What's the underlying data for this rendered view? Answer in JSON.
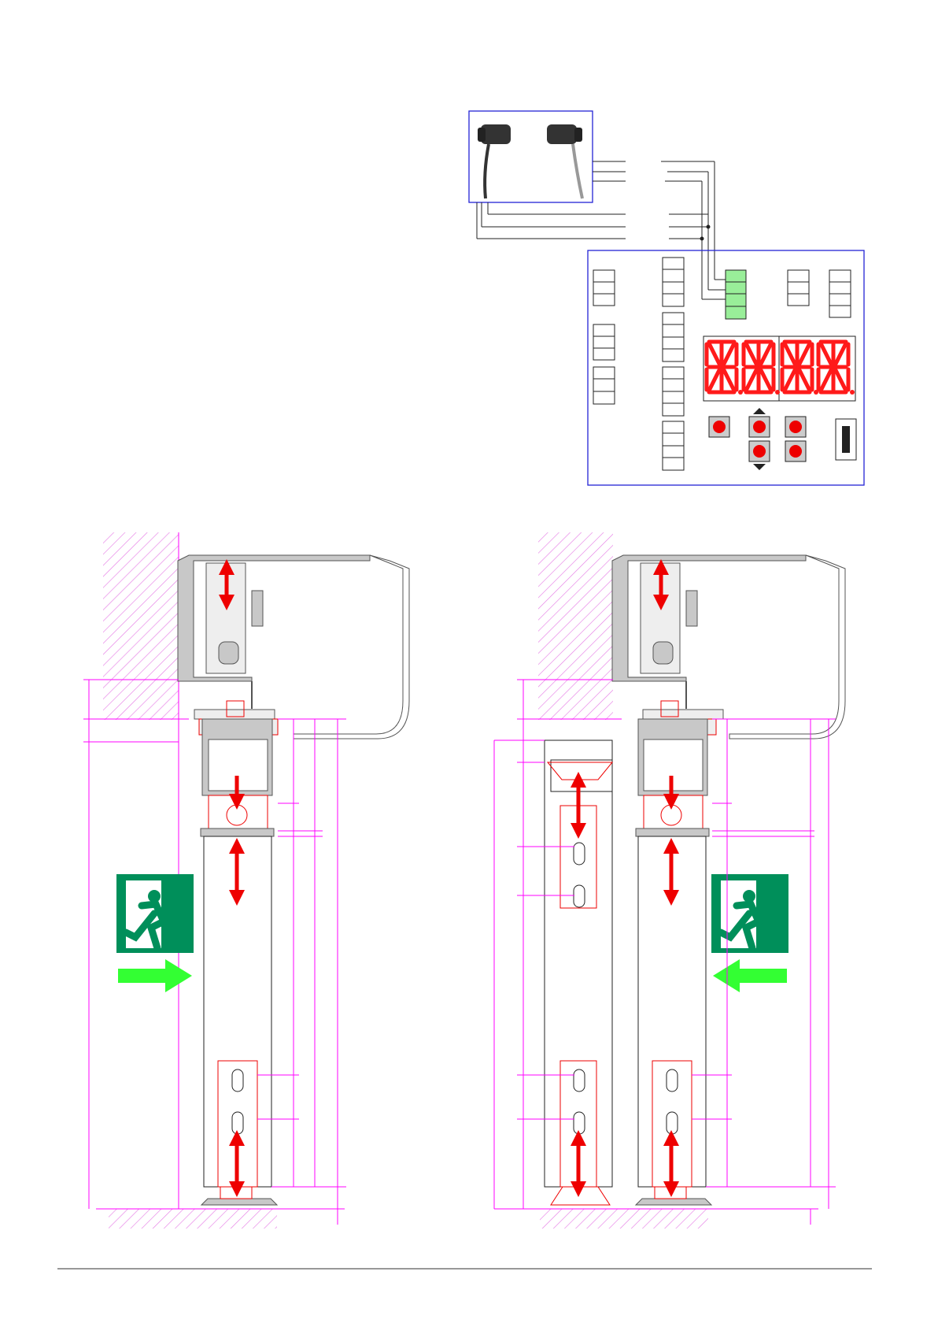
{
  "page": {
    "background": "#ffffff"
  },
  "colors": {
    "frame_blue": "#2424d6",
    "dimension_magenta": "#ff00ff",
    "hatch_magenta": "#e680e6",
    "red_arrow": "#ee0000",
    "terminal_green": "#99ee99",
    "exit_sign_green": "#008f5a",
    "exit_arrow_green": "#33ff33",
    "profile_gray": "#c8c8c8",
    "line_black": "#222222"
  },
  "sensor": {
    "icons": [
      "photo-sensor-icon",
      "photo-sensor-icon"
    ]
  },
  "control_unit": {
    "display_digits": [
      "8.",
      "8.",
      "8.",
      "8."
    ],
    "display_color": "#ff1a1a",
    "buttons": [
      "button-1",
      "button-up",
      "button-3",
      "button-down",
      "button-5"
    ],
    "switch_icon": "slide-switch-icon"
  },
  "views": [
    {
      "name": "single-leaf-door-section",
      "exit_direction": "right"
    },
    {
      "name": "double-leaf-door-section",
      "exit_direction": "left"
    }
  ]
}
